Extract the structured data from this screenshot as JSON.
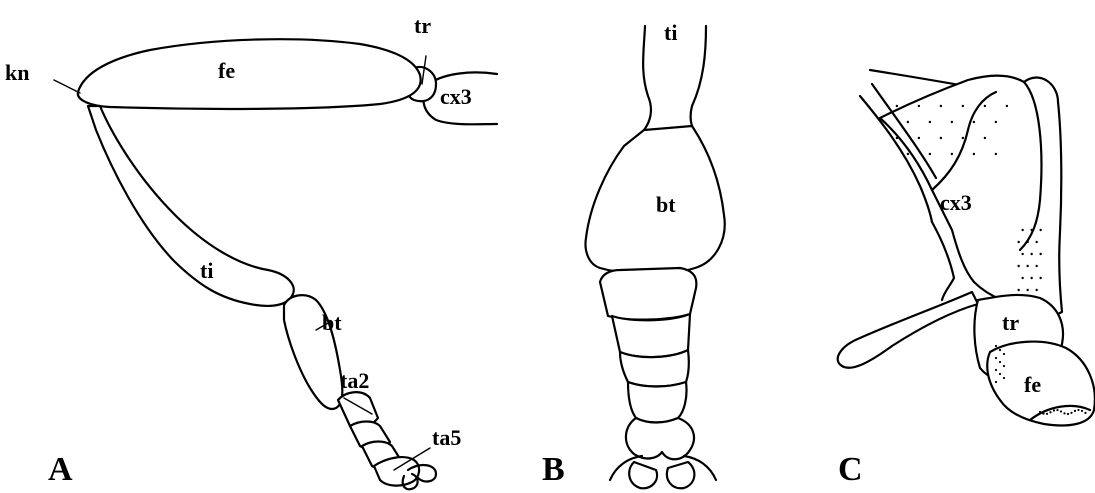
{
  "panels": [
    {
      "label": "A",
      "parts": {
        "kn": "kn",
        "fe": "fe",
        "tr": "tr",
        "cx3": "cx3",
        "ti": "ti",
        "bt": "bt",
        "ta2": "ta2",
        "ta5": "ta5"
      }
    },
    {
      "label": "B",
      "parts": {
        "ti": "ti",
        "bt": "bt"
      }
    },
    {
      "label": "C",
      "parts": {
        "cx3": "cx3",
        "tr": "tr",
        "fe": "fe"
      }
    }
  ]
}
